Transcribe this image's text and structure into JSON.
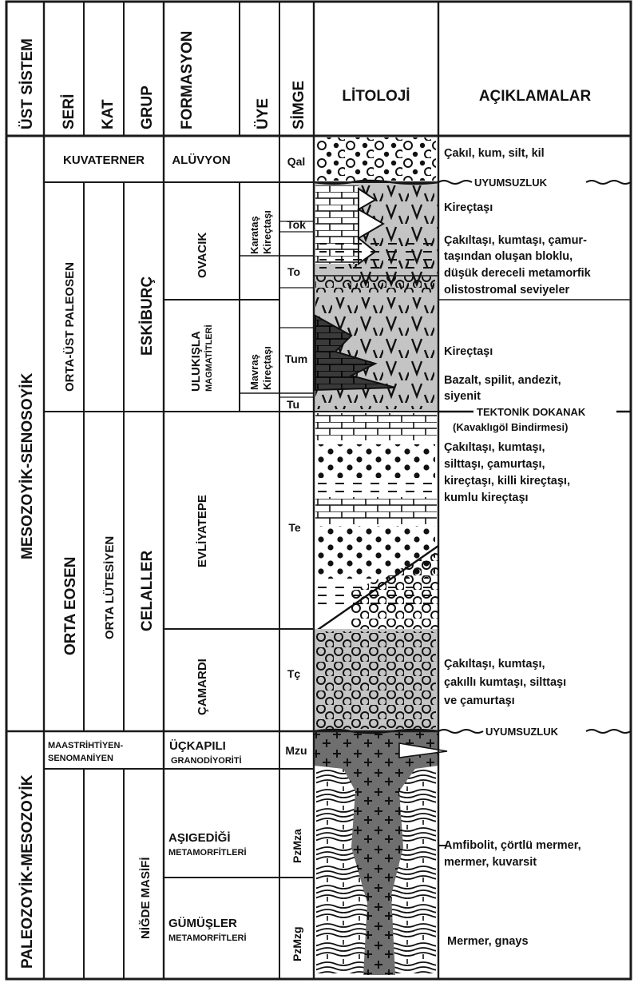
{
  "headers": {
    "ust_sistem": "ÜST SİSTEM",
    "seri": "SERİ",
    "kat": "KAT",
    "grup": "GRUP",
    "formasyon": "FORMASYON",
    "uye": "ÜYE",
    "simge": "SİMGE",
    "litoloji": "LİTOLOJİ",
    "aciklamalar": "AÇIKLAMALAR"
  },
  "ust_sistem": {
    "upper": "MESOZOYİK-SENOSOYİK",
    "lower": "PALEOZOYİK-MESOZOYİK"
  },
  "seri": {
    "kuvaterner": "KUVATERNER",
    "orta_ust_paleosen": "ORTA-ÜST PALEOSEN",
    "orta_eosen": "ORTA EOSEN",
    "maastrihtiyen": "MAASTRİHTİYEN-",
    "senomaniyen": "SENOMANİYEN"
  },
  "kat": {
    "orta_lutesiyen": "ORTA LÜTESİYEN"
  },
  "grup": {
    "eskiburc": "ESKİBURÇ",
    "celaller": "CELALLER",
    "nigde": "NİĞDE MASİFİ"
  },
  "formasyon": {
    "aluvyon": "ALÜVYON",
    "ovacik": "OVACIK",
    "ulukisla1": "ULUKIŞLA",
    "ulukisla2": "MAGMATİTLERİ",
    "evliyatepe": "EVLİYATEPE",
    "camardi": "ÇAMARDI",
    "uckapili1": "ÜÇKAPILI",
    "uckapili2": "GRANODİYORİTİ",
    "asigedigi1": "AŞIGEDİĞİ",
    "asigedigi2": "METAMORFİTLERİ",
    "gumusler1": "GÜMÜŞLER",
    "gumusler2": "METAMORFİTLERİ"
  },
  "uye": {
    "karatas1": "Karataş",
    "karatas2": "Kireçtaşı",
    "mavras1": "Mavraş",
    "mavras2": "Kireçtaşı"
  },
  "simge": {
    "qal": "Qal",
    "tok": "Tok",
    "to": "To",
    "tum": "Tum",
    "tu": "Tu",
    "te": "Te",
    "tc": "Tç",
    "mzu": "Mzu",
    "pzmza": "PzMza",
    "pzmzg": "PzMzg"
  },
  "aciklamalar": {
    "d1": "Çakıl, kum, silt, kil",
    "uyum1": "UYUMSUZLUK",
    "d2": "Kireçtaşı",
    "d3a": "Çakıltaşı,  kumtaşı, çamur-",
    "d3b": "taşından oluşan bloklu,",
    "d3c": "düşük dereceli metamorfik",
    "d3d": "olistostromal seviyeler",
    "d4": "Kireçtaşı",
    "d5a": "Bazalt, spilit, andezit,",
    "d5b": "siyenit",
    "tekt": "TEKTONİK DOKANAK",
    "kav": "(Kavaklıgöl Bindirmesi)",
    "d6a": "Çakıltaşı,  kumtaşı,",
    "d6b": "silttaşı, çamurtaşı,",
    "d6c": "kireçtaşı, killi kireçtaşı,",
    "d6d": "kumlu kireçtaşı",
    "d7a": "Çakıltaşı, kumtaşı,",
    "d7b": "çakıllı kumtaşı, silttaşı",
    "d7c": "ve çamurtaşı",
    "uyum2": "UYUMSUZLUK",
    "d8a": "Amfibolit, çörtlü mermer,",
    "d8b": "mermer, kuvarsit",
    "d9": "Mermer, gnays"
  },
  "colors": {
    "line": "#1a1a1a",
    "lightGray": "#c4c4c4",
    "darkGray": "#6f6f6f"
  }
}
